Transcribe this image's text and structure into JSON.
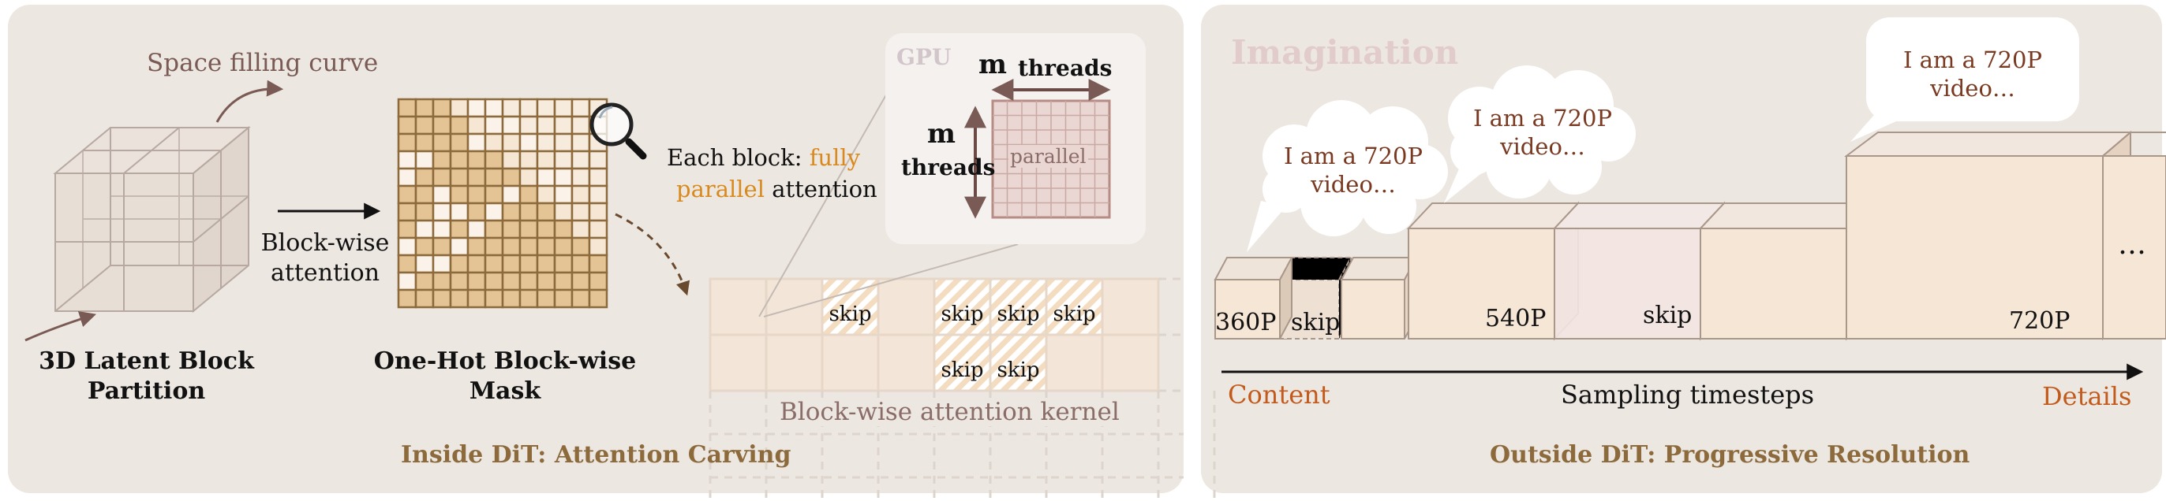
{
  "left_panel": {
    "caption": "Inside DiT: Attention Carving",
    "space_curve_label": "Space filling curve",
    "partition_label": [
      "3D Latent Block",
      "Partition"
    ],
    "arrow_label": [
      "Block-wise",
      "attention"
    ],
    "mask_label": [
      "One-Hot Block-wise",
      "Mask"
    ],
    "each_block": {
      "prefix": "Each block: ",
      "highlight1": "fully",
      "highlight2": "parallel",
      "suffix": " attention"
    },
    "gpu": {
      "title": "GPU",
      "m_letter": "m",
      "threads_word": "threads",
      "parallel_label": "parallel"
    },
    "kernel": {
      "title": "Block-wise attention kernel",
      "skip_label": "skip"
    }
  },
  "right_panel": {
    "caption": "Outside DiT: Progressive Resolution",
    "title": "Imagination",
    "bubbles": [
      "I am a 720P\nvideo…",
      "I am a 720P\nvideo…",
      "I am a 720P\nvideo…"
    ],
    "res_labels": [
      "360P",
      "540P",
      "720P"
    ],
    "skip_label": "skip",
    "ellipsis": "…",
    "axis": {
      "left": "Content",
      "middle": "Sampling timesteps",
      "right": "Details"
    }
  },
  "colors": {
    "panel_bg": "#ede7e1",
    "brown": "#8c6a3c",
    "dark_brown": "#6b3f22",
    "orange": "#d98a1e",
    "mauve": "#b68c84",
    "mask_fill": "#e4c395",
    "light_cell": "#f6ede3",
    "box_fill": "#f5e3d1"
  }
}
